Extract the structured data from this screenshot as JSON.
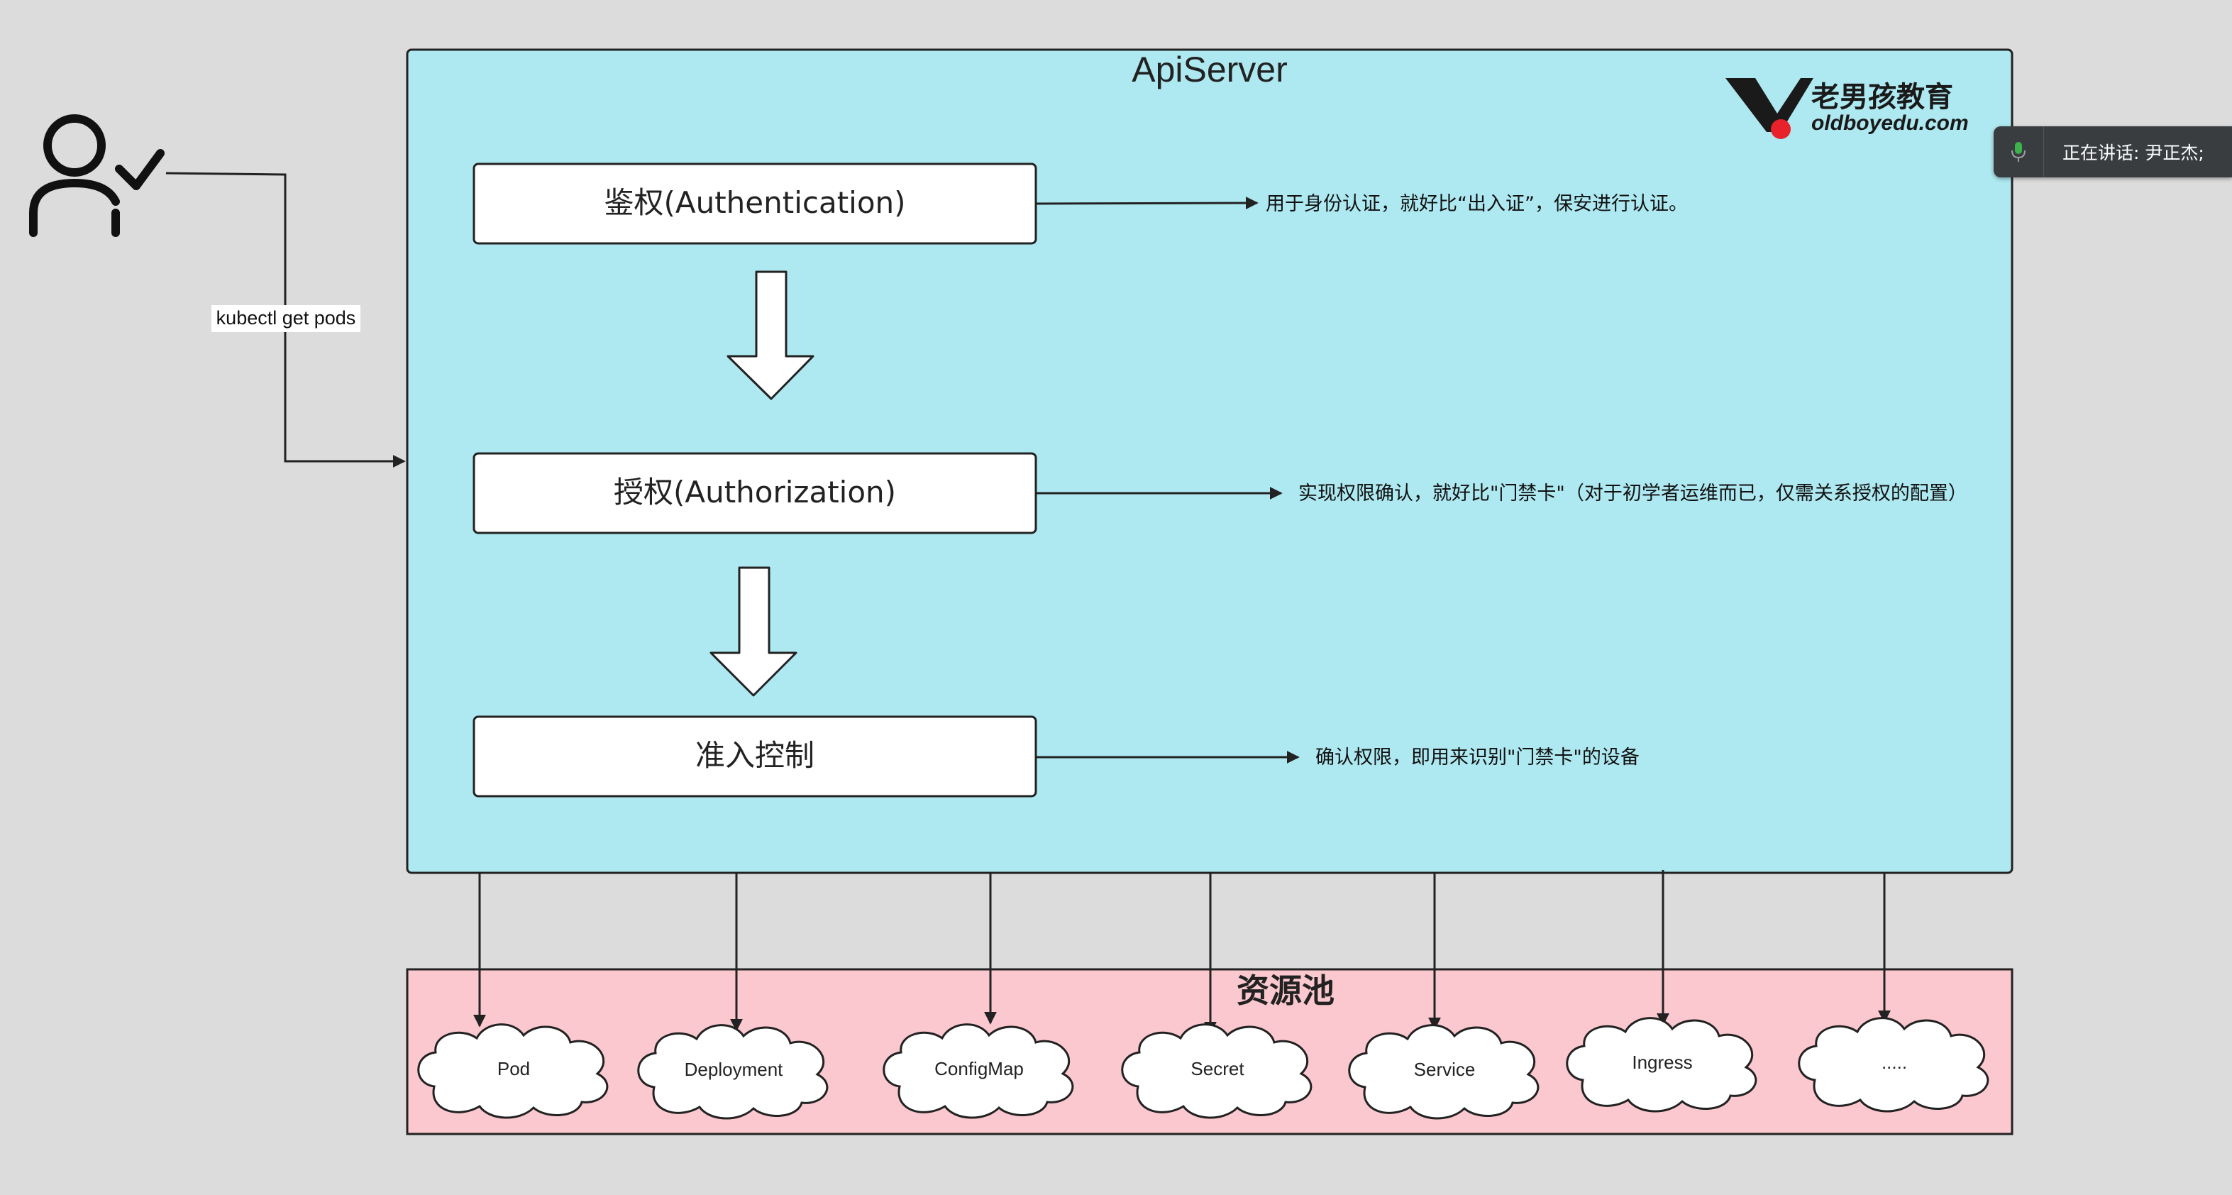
{
  "apiserver": {
    "title": "ApiServer",
    "steps": [
      {
        "label": "鉴权(Authentication)",
        "note": "用于身份认证，就好比“出入证”，保安进行认证。"
      },
      {
        "label": "授权(Authorization)",
        "note": "实现权限确认，就好比\"门禁卡\"（对于初学者运维而已，仅需关系授权的配置）"
      },
      {
        "label": "准入控制",
        "note": "确认权限，即用来识别\"门禁卡\"的设备"
      }
    ]
  },
  "user": {
    "command": "kubectl get pods",
    "icon": "user-check-icon"
  },
  "resource_pool": {
    "title": "资源池",
    "items": [
      "Pod",
      "Deployment",
      "ConfigMap",
      "Secret",
      "Service",
      "Ingress",
      "....."
    ]
  },
  "logo": {
    "name_cn": "老男孩教育",
    "domain": "oldboyedu.com"
  },
  "speaker": {
    "label": "正在讲话: 尹正杰;",
    "icon": "microphone-icon"
  },
  "colors": {
    "background": "#dcdcdc",
    "apiserver_fill": "#aee8f0",
    "resource_fill": "#fbc8cf",
    "stroke": "#222222",
    "logo_red": "#e8212a",
    "mic_green": "#3bb34a"
  }
}
